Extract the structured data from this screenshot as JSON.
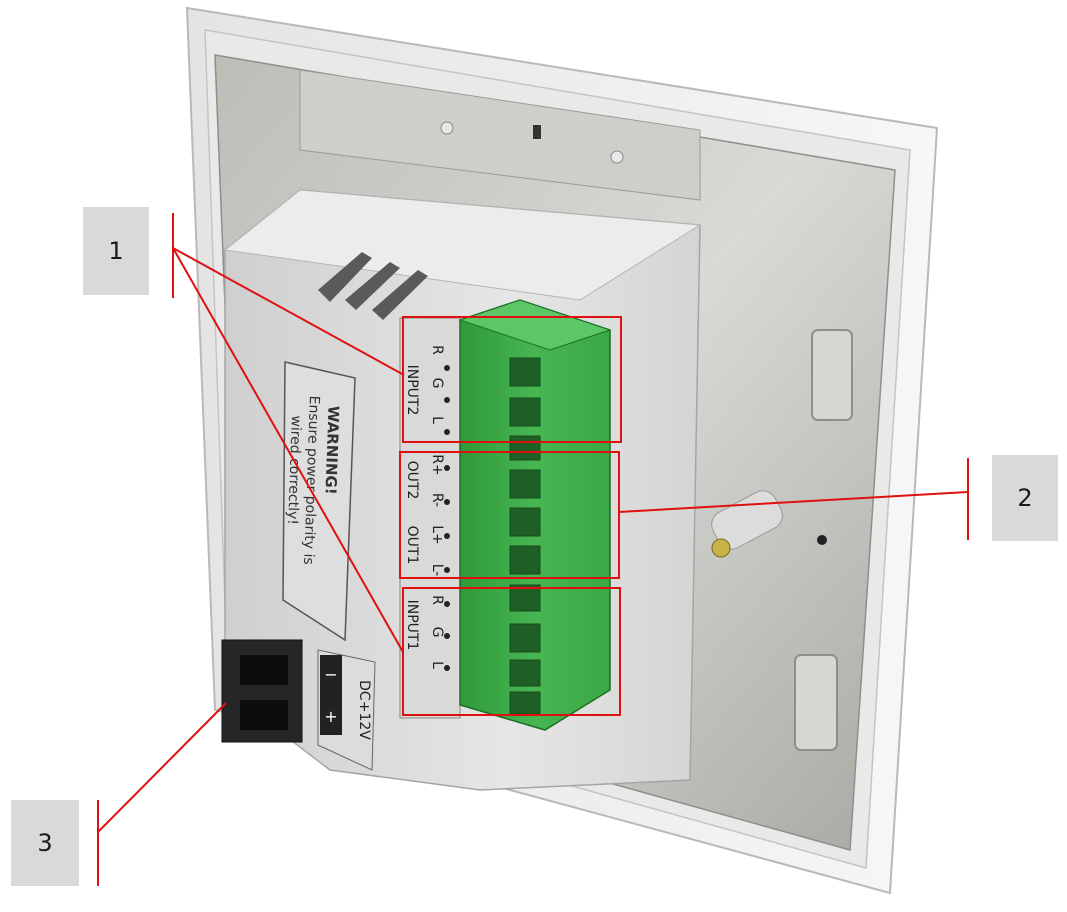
{
  "callouts": [
    {
      "number": "1"
    },
    {
      "number": "2"
    },
    {
      "number": "3"
    }
  ],
  "device": {
    "warning_title": "WARNING!",
    "warning_line1": "Ensure power polarity is",
    "warning_line2": "wired correctly!",
    "groups": {
      "input2": {
        "name": "INPUT2",
        "pins": [
          "L",
          "G",
          "R"
        ]
      },
      "out2": {
        "name": "OUT2",
        "pins": [
          "R-",
          "R+"
        ]
      },
      "out1": {
        "name": "OUT1",
        "pins": [
          "L-",
          "L+"
        ]
      },
      "input1": {
        "name": "INPUT1",
        "pins": [
          "L",
          "G",
          "R"
        ]
      }
    },
    "power": {
      "label": "DC+12V",
      "minus": "−",
      "plus": "+"
    }
  },
  "colors": {
    "connector_green": "#3fae4a",
    "callout_line": "#e01010",
    "callout_box": "#d9d9d9",
    "frame_white": "#f2f2f2",
    "metal": "#c9c9c5"
  }
}
